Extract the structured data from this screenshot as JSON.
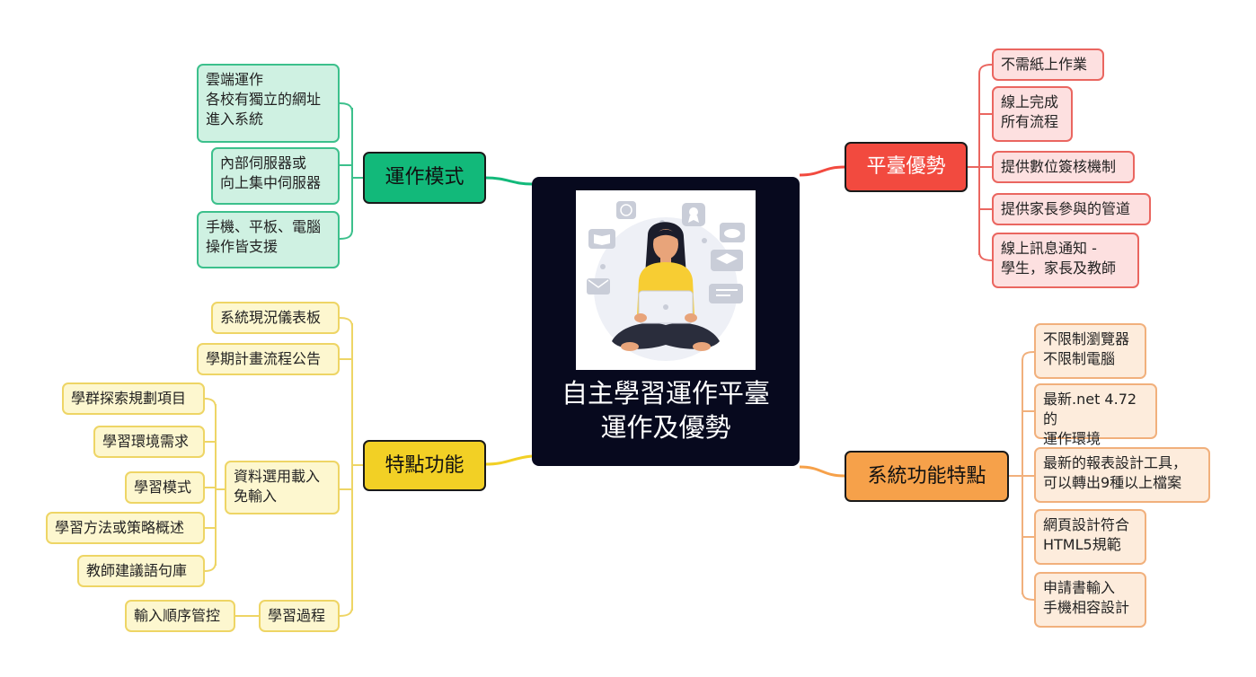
{
  "center": {
    "title": "自主學習運作平臺\n運作及優勢"
  },
  "branches": {
    "operation_mode": {
      "label": "運作模式",
      "items": [
        "雲端運作\n各校有獨立的網址\n進入系統",
        "內部伺服器或\n向上集中伺服器",
        "手機、平板、電腦\n操作皆支援"
      ]
    },
    "features": {
      "label": "特點功能",
      "items": {
        "dashboard": "系統現況儀表板",
        "announcement": "學期計畫流程公告",
        "data_import": {
          "label": "資料選用載入\n免輸入",
          "children": [
            "學群探索規劃項目",
            "學習環境需求",
            "學習模式",
            "學習方法或策略概述",
            "教師建議語句庫"
          ]
        },
        "learning_process": {
          "label": "學習過程",
          "children": [
            "輸入順序管控"
          ]
        }
      }
    },
    "platform_advantages": {
      "label": "平臺優勢",
      "items": [
        "不需紙上作業",
        "線上完成\n所有流程",
        "提供數位簽核機制",
        "提供家長參與的管道",
        "線上訊息通知 -\n學生，家長及教師"
      ]
    },
    "system_features": {
      "label": "系統功能特點",
      "items": [
        "不限制瀏覽器\n不限制電腦",
        "最新.net 4.72的\n運作環境",
        "最新的報表設計工具，\n可以轉出9種以上檔案",
        "網頁設計符合\nHTML5規範",
        "申請書輸入\n手機相容設計"
      ]
    }
  },
  "colors": {
    "operation": "#12b97a",
    "features": "#f2d025",
    "advantages": "#f24a3f",
    "system": "#f6a14a",
    "center_bg": "#07091e"
  },
  "illustration": {
    "description_icons": [
      "globe-icon",
      "award-icon",
      "book-icon",
      "cloud-icon",
      "graduation-cap-icon",
      "mail-icon",
      "chat-icon",
      "heart-icon"
    ]
  }
}
